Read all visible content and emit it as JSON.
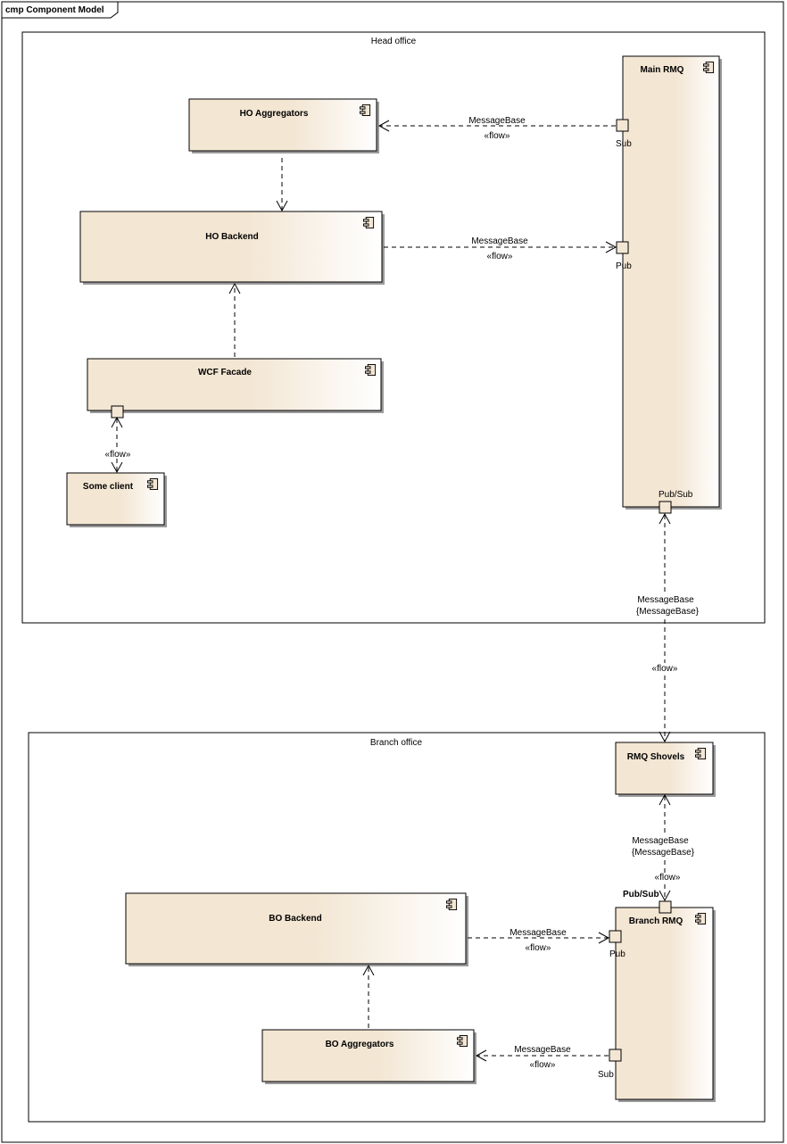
{
  "frame": {
    "title": "cmp Component Model"
  },
  "packages": {
    "head_office": "Head office",
    "branch_office": "Branch office"
  },
  "components": {
    "ho_aggregators": "HO Aggregators",
    "ho_backend": "HO Backend",
    "wcf_facade": "WCF Facade",
    "some_client": "Some client",
    "main_rmq": "Main RMQ",
    "rmq_shovels": "RMQ Shovels",
    "bo_backend": "BO Backend",
    "bo_aggregators": "BO Aggregators",
    "branch_rmq": "Branch RMQ"
  },
  "ports": {
    "main_sub": "Sub",
    "main_pub": "Pub",
    "main_pubsub": "Pub/Sub",
    "branch_pubsub": "Pub/Sub",
    "branch_pub": "Pub",
    "branch_sub": "Sub"
  },
  "flows": {
    "mainrmq_to_hoagg": {
      "name": "MessageBase",
      "stereotype": "«flow»"
    },
    "hobackend_to_mainrmq": {
      "name": "MessageBase",
      "stereotype": "«flow»"
    },
    "wcf_client": {
      "stereotype": "«flow»"
    },
    "mainrmq_to_shovels": {
      "name": "MessageBase",
      "constraint": "{MessageBase}",
      "stereotype": "«flow»"
    },
    "shovels_to_branchrmq": {
      "name": "MessageBase",
      "constraint": "{MessageBase}",
      "stereotype": "«flow»"
    },
    "bobackend_to_branchrmq": {
      "name": "MessageBase",
      "stereotype": "«flow»"
    },
    "branchrmq_to_boagg": {
      "name": "MessageBase",
      "stereotype": "«flow»"
    }
  },
  "colors": {
    "component_fill_start": "#f3e6d3",
    "component_fill_end": "#ffffff",
    "line": "#000000",
    "shadow": "#9a9a9a"
  },
  "icons": {
    "component": "uml-component-icon"
  }
}
